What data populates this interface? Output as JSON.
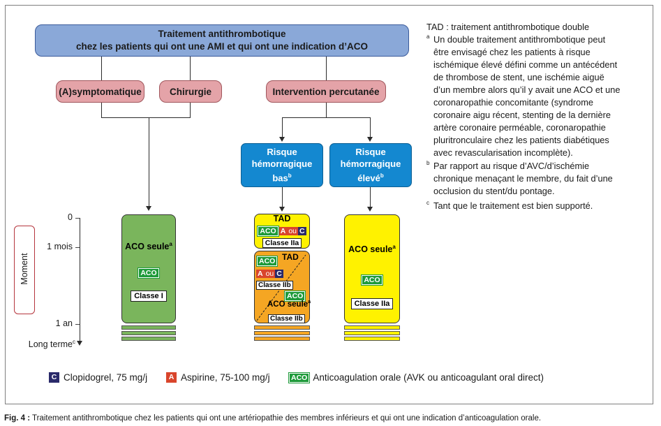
{
  "title": {
    "line1": "Traitement antithrombotique",
    "line2": "chez les patients qui ont une AMI et qui ont une indication d’ACO"
  },
  "categories": {
    "asymptomatique": "(A)symptomatique",
    "chirurgie": "Chirurgie",
    "intervention": "Intervention percutanée"
  },
  "risk": {
    "low": {
      "line1": "Risque",
      "line2": "hémorragique",
      "line3": "bas",
      "sup": "b"
    },
    "high": {
      "line1": "Risque",
      "line2": "hémorragique",
      "line3": "élevé",
      "sup": "b"
    }
  },
  "axis": {
    "label": "Moment",
    "ticks": [
      "0",
      "1 mois",
      "1 an",
      "Long terme"
    ],
    "long_term_sup": "c"
  },
  "col1": {
    "title": "ACO seule",
    "sup": "a",
    "tag": "ACO",
    "classe": "Classe I"
  },
  "col2": {
    "top_title": "TAD",
    "top_tags": [
      "ACO",
      "A",
      "ou",
      "C"
    ],
    "top_classe": "Classe IIa",
    "mid_tags": [
      "ACO",
      "TAD",
      "A",
      "ou",
      "C"
    ],
    "mid_classe": "Classe IIb",
    "low_tag": "ACO",
    "low_title": "ACO seule",
    "low_sup": "a",
    "low_classe": "Classe IIb"
  },
  "col3": {
    "title": "ACO seule",
    "sup": "a",
    "tag": "ACO",
    "classe": "Classe IIa"
  },
  "notes": {
    "tad": "TAD : traitement antithrombotique double",
    "a_sup": "a",
    "a_lines": [
      "Un double traitement antithrombotique peut",
      "être envisagé chez les patients à risque",
      "ischémique élevé défini comme un antécédent",
      "de thrombose de stent, une ischémie aiguë",
      "d’un membre alors qu’il y avait une ACO et une",
      "coronaropathie concomitante (syndrome",
      "coronaire aigu récent, stenting de la dernière",
      "artère coronaire perméable, coronaropathie",
      "pluritronculaire chez les patients diabétiques",
      "avec revascularisation incomplète)."
    ],
    "b_sup": "b",
    "b_lines": [
      "Par rapport au risque d’AVC/d’ischémie",
      "chronique menaçant le membre, du fait d’une",
      "occlusion du stent/du pontage."
    ],
    "c_sup": "c",
    "c_line": "Tant que le traitement est bien supporté."
  },
  "legend": {
    "c_letter": "C",
    "c_text": "Clopidogrel, 75 mg/j",
    "a_letter": "A",
    "a_text": "Aspirine, 75-100 mg/j",
    "aco_letter": "ACO",
    "aco_text": "Anticoagulation orale (AVK ou anticoagulant oral direct)"
  },
  "caption": {
    "prefix": "Fig. 4 :",
    "text": " Traitement antithrombotique chez les patients qui ont une artériopathie des membres inférieurs et qui ont une indication d’anticoagulation orale."
  },
  "colors": {
    "title_bg": "#8aa8d8",
    "pink": "#e4a3a8",
    "blue": "#1488d0",
    "green": "#7ab55c",
    "yellow": "#fff200",
    "orange": "#f5a623",
    "aco_green": "#1e9a3a",
    "aspirin_red": "#d9452c",
    "clopidogrel_navy": "#2a2a6a"
  }
}
